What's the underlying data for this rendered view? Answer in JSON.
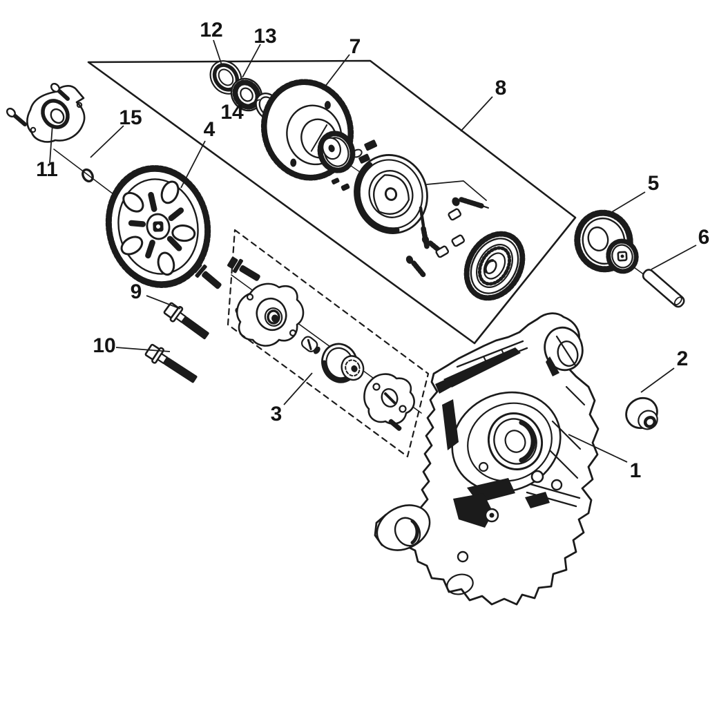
{
  "diagram": {
    "background_color": "#ffffff",
    "ink_color": "#1b1b1b",
    "callouts": [
      {
        "number": "1"
      },
      {
        "number": "2"
      },
      {
        "number": "3"
      },
      {
        "number": "4"
      },
      {
        "number": "5"
      },
      {
        "number": "6"
      },
      {
        "number": "7"
      },
      {
        "number": "8"
      },
      {
        "number": "9"
      },
      {
        "number": "10"
      },
      {
        "number": "11"
      },
      {
        "number": "12"
      },
      {
        "number": "13"
      },
      {
        "number": "14"
      },
      {
        "number": "15"
      }
    ]
  }
}
